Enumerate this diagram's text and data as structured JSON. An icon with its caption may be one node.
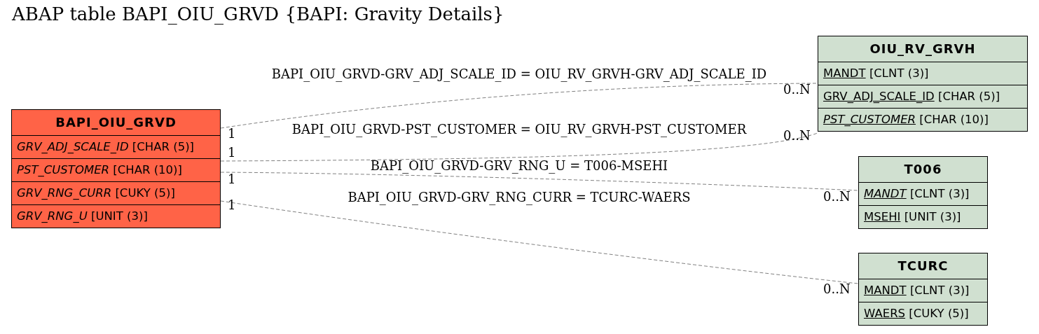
{
  "diagram": {
    "title": "ABAP table BAPI_OIU_GRVD {BAPI: Gravity Details}",
    "nodes": [
      {
        "text": [
          "BAPI_OIU_GRVD",
          "*GRV_ADJ_SCALE_ID* [CHAR (5)]",
          "*PST_CUSTOMER* [CHAR (10)]",
          "*GRV_RNG_CURR* [CUKY (5)]",
          "*GRV_RNG_U* [UNIT (3)]"
        ]
      },
      {
        "text": [
          "OIU_RV_GRVH",
          "MANDT [CLNT (3)]",
          "GRV_ADJ_SCALE_ID [CHAR (5)]",
          "*PST_CUSTOMER* [CHAR (10)]"
        ]
      },
      {
        "text": [
          "T006",
          "*MANDT* [CLNT (3)]",
          "MSEHI [UNIT (3)]"
        ]
      },
      {
        "text": [
          "TCURC",
          "MANDT [CLNT (3)]",
          "WAERS [CUKY (5)]"
        ]
      }
    ],
    "edges": [
      {
        "from": 0,
        "to": 1,
        "arrow": "none",
        "style": "dashed",
        "label": "BAPI_OIU_GRVD-GRV_ADJ_SCALE_ID = OIU_RV_GRVH-GRV_ADJ_SCALE_ID"
      },
      {
        "from": 0,
        "to": 1,
        "arrow": "none",
        "style": "dashed",
        "label": "BAPI_OIU_GRVD-PST_CUSTOMER = OIU_RV_GRVH-PST_CUSTOMER"
      },
      {
        "from": 0,
        "to": 2,
        "arrow": "none",
        "style": "dashed",
        "label": "BAPI_OIU_GRVD-GRV_RNG_U = T006-MSEHI"
      },
      {
        "from": 0,
        "to": 3,
        "arrow": "none",
        "style": "dashed",
        "label": "BAPI_OIU_GRVD-GRV_RNG_CURR = TCURC-WAERS"
      }
    ],
    "labels": [
      "1",
      "0..N",
      "1",
      "0..N",
      "1",
      "0..N",
      "1",
      "0..N"
    ]
  }
}
